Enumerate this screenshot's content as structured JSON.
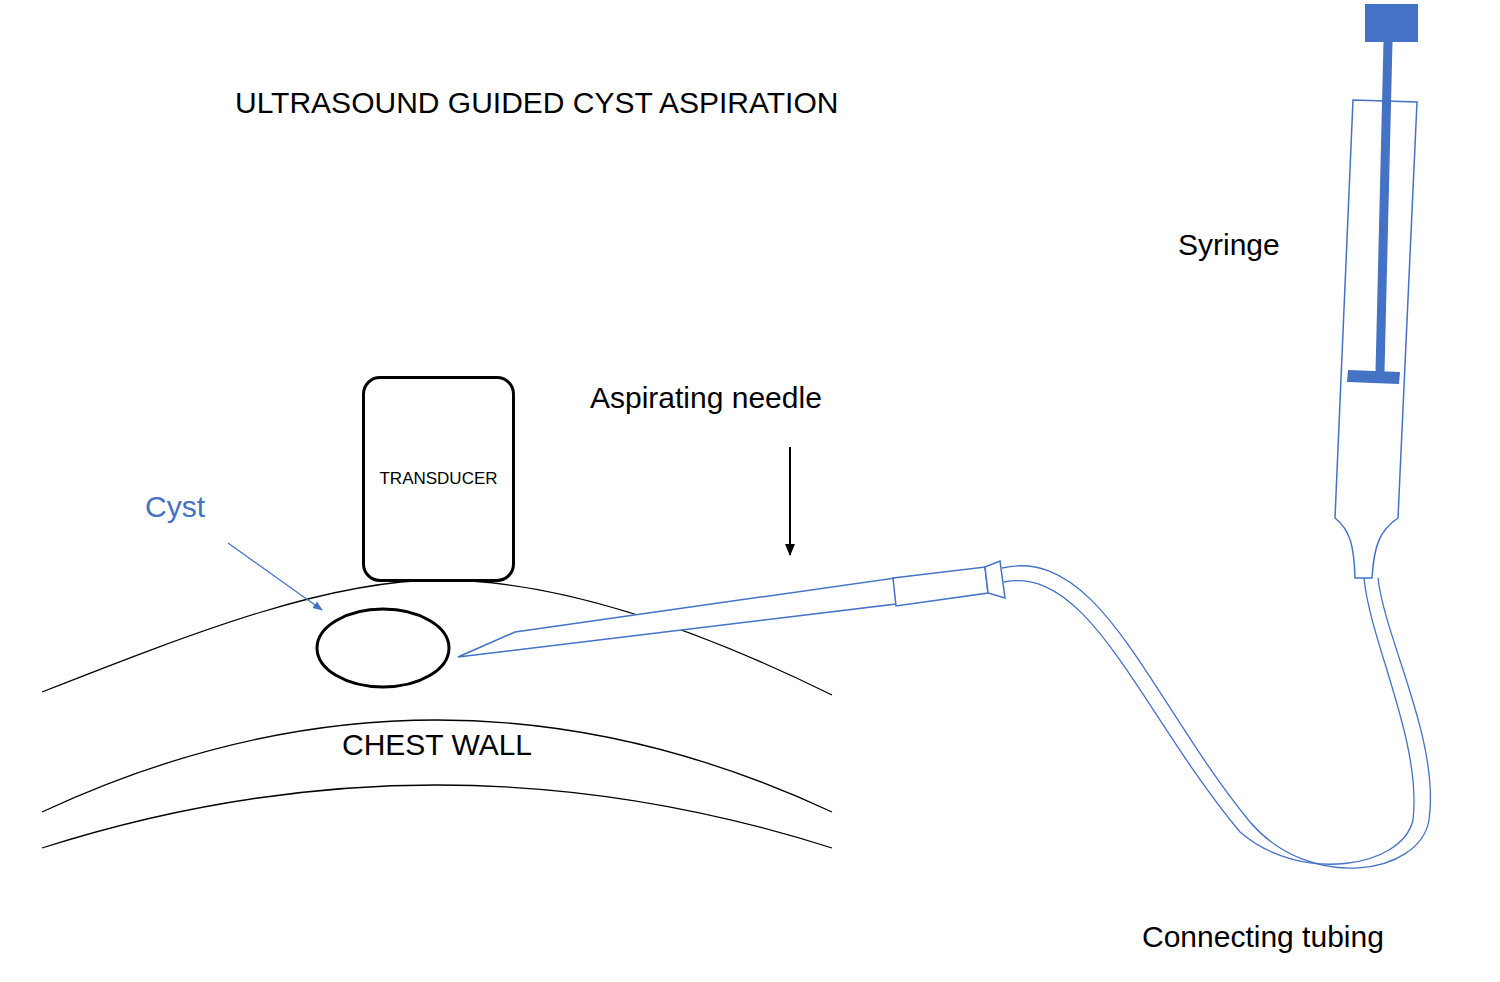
{
  "diagram": {
    "title": "ULTRASOUND GUIDED CYST ASPIRATION",
    "nodes": [
      {
        "text": [
          "TRANSDUCER"
        ]
      }
    ],
    "labels": [
      "Cyst",
      "Aspirating needle",
      "Syringe",
      "CHEST WALL",
      "Connecting tubing"
    ]
  }
}
